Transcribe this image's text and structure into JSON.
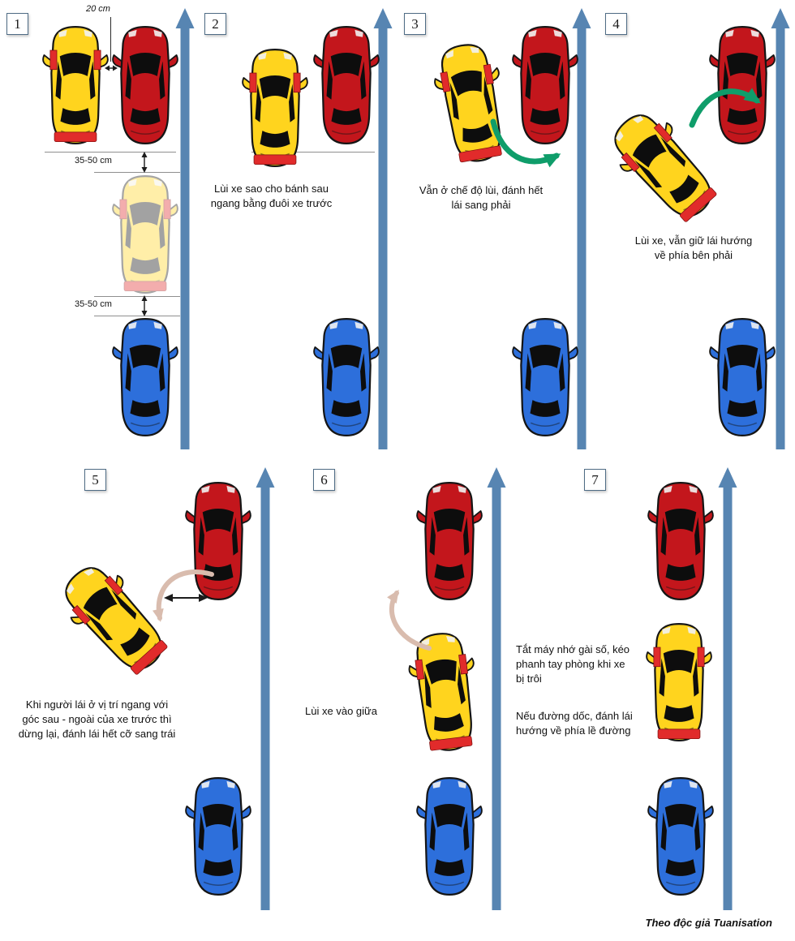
{
  "credit": "Theo độc giả Tuanisation",
  "colors": {
    "road_arrow": "#5785b2",
    "car_red": "#c3161c",
    "car_blue": "#2d6fdb",
    "car_yellow": "#ffd41e",
    "accent_red": "#e12b2b",
    "green_arrow": "#0f9d6a",
    "tan_arrow": "#d9bcae"
  },
  "panels": {
    "p1": {
      "number": "1",
      "gap_front_label": "20 cm",
      "gap_rear_top_label": "35-50 cm",
      "gap_rear_bottom_label": "35-50 cm"
    },
    "p2": {
      "number": "2",
      "caption": "Lùi xe sao cho bánh sau ngang bằng đuôi xe trước"
    },
    "p3": {
      "number": "3",
      "caption": "Vẫn ở chế độ lùi, đánh hết lái sang phải"
    },
    "p4": {
      "number": "4",
      "caption": "Lùi xe, vẫn giữ lái hướng về phía bên phải"
    },
    "p5": {
      "number": "5",
      "caption": "Khi người lái ở vị trí ngang với góc sau - ngoài của xe trước thì dừng lại, đánh lái hết cỡ sang trái"
    },
    "p6": {
      "number": "6",
      "caption": "Lùi xe vào giữa"
    },
    "p7": {
      "number": "7",
      "caption_1": "Tắt máy nhớ gài số, kéo phanh tay phòng khi xe bị trôi",
      "caption_2": "Nếu đường dốc, đánh lái hướng về phía lề đường"
    }
  }
}
